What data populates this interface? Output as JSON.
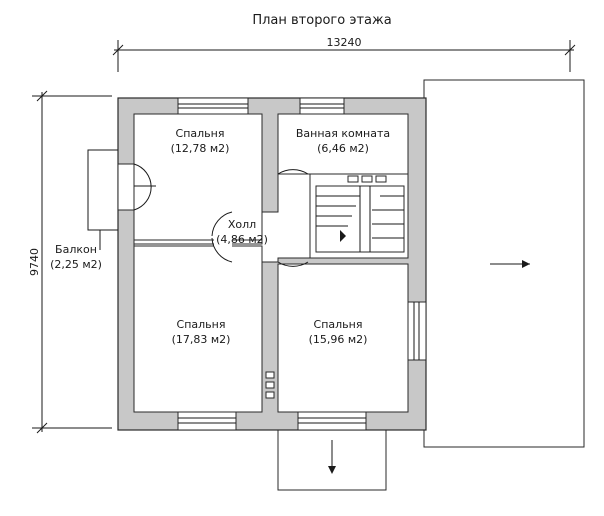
{
  "plan": {
    "title": "План второго этажа",
    "dim_width": "13240",
    "dim_height": "9740"
  },
  "rooms": {
    "bedroom_top": {
      "name": "Спальня",
      "area": "(12,78 м2)"
    },
    "bathroom": {
      "name": "Ванная комната",
      "area": "(6,46 м2)"
    },
    "hall": {
      "name": "Холл",
      "area": "(4,86 м2)"
    },
    "bedroom_left": {
      "name": "Спальня",
      "area": "(17,83 м2)"
    },
    "bedroom_right": {
      "name": "Спальня",
      "area": "(15,96 м2)"
    },
    "balcony": {
      "name": "Балкон",
      "area": "(2,25 м2)"
    }
  },
  "colors": {
    "wall": "#c8c8c8",
    "line": "#2a2a2a"
  }
}
